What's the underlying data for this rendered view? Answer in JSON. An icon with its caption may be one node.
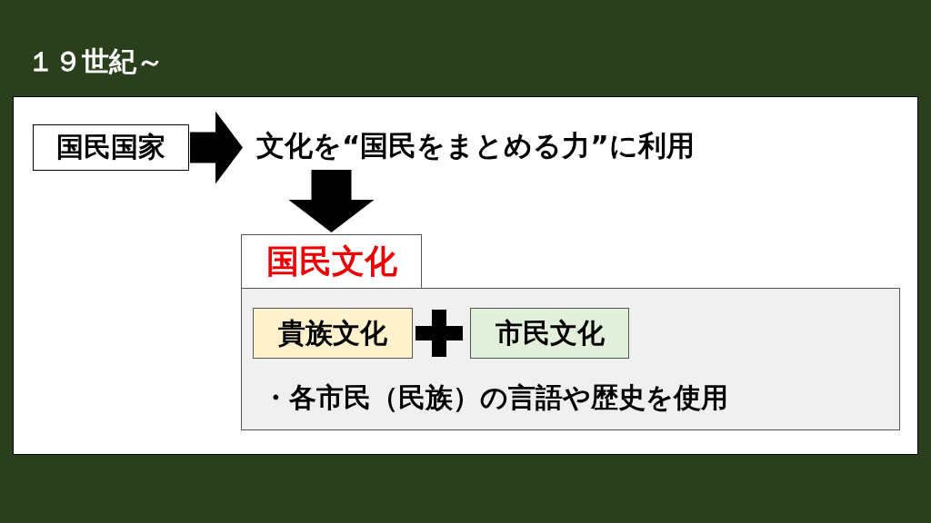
{
  "diagram": {
    "title": "１９世紀～",
    "nodes": [
      {
        "text": [
          "国民国家"
        ]
      },
      {
        "text": [
          "文化を“国民をまとめる力”に利用"
        ]
      },
      {
        "text": [
          "国民文化"
        ]
      },
      {
        "text": [
          "・各市民（民族）の言語や歴史を使用"
        ]
      },
      {
        "text": [
          "貴族文化"
        ],
        "in": 3
      },
      {
        "text": [
          "市民文化"
        ],
        "in": 3
      }
    ],
    "edges": [
      {
        "from": 0,
        "to": 1,
        "arrow": "to"
      },
      {
        "from": 1,
        "to": 2,
        "arrow": "to"
      }
    ]
  }
}
